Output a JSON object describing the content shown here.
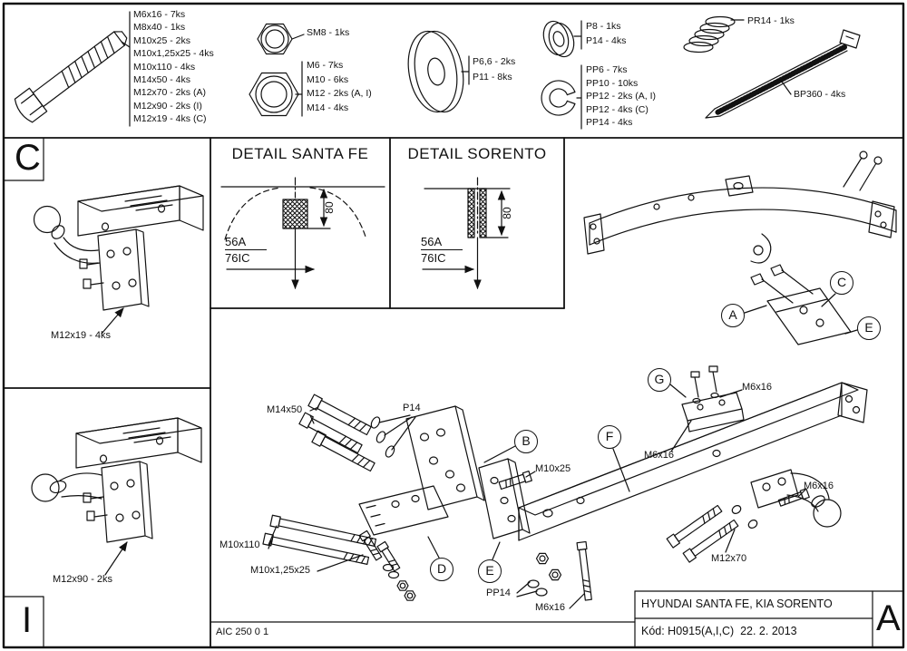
{
  "parts": {
    "bolts": [
      "M6x16 - 7ks",
      "M8x40 - 1ks",
      "M10x25 - 2ks",
      "M10x1,25x25 - 4ks",
      "M10x110 - 4ks",
      "M14x50 - 4ks",
      "M12x70 - 2ks (A)",
      "M12x90 - 2ks (I)",
      "M12x19 - 4ks (C)"
    ],
    "locknut": "SM8 - 1ks",
    "nuts": [
      "M6 - 7ks",
      "M10 - 6ks",
      "M12 - 2ks (A, I)",
      "M14 - 4ks"
    ],
    "washers_large": [
      "P6,6 - 2ks",
      "P11 - 8ks"
    ],
    "washers_flat": [
      "P8 - 1ks",
      "P14 - 4ks"
    ],
    "washers_spring": [
      "PP6 - 7ks",
      "PP10 - 10ks",
      "PP12 - 2ks (A, I)",
      "PP12 - 4ks (C)",
      "PP14 - 4ks"
    ],
    "spring": "PR14 - 1ks",
    "cable_tie": "BP360 - 4ks"
  },
  "variants": {
    "c_letter": "C",
    "c_callout": "M12x19 - 4ks",
    "i_letter": "I",
    "i_callout": "M12x90 - 2ks",
    "a_letter": "A"
  },
  "details": {
    "santafe_title": "DETAIL SANTA FE",
    "sorento_title": "DETAIL SORENTO",
    "height": "80",
    "ball_dim": "56A",
    "ball_dim2": "76IC"
  },
  "assembly": {
    "m14x50": "M14x50",
    "p14": "P14",
    "m10x25": "M10x25",
    "m10x110": "M10x110",
    "m10x125x25": "M10x1,25x25",
    "pp14": "PP14",
    "m6x16": "M6x16",
    "m12x70": "M12x70",
    "balloon_a": "A",
    "balloon_b": "B",
    "balloon_c": "C",
    "balloon_d": "D",
    "balloon_e": "E",
    "balloon_f": "F",
    "balloon_g": "G"
  },
  "footer": {
    "doc_number": "AIC 250 0 1",
    "vehicle": "HYUNDAI SANTA FE, KIA SORENTO",
    "code": "Kód: H0915(A,I,C)  22. 2. 2013"
  }
}
